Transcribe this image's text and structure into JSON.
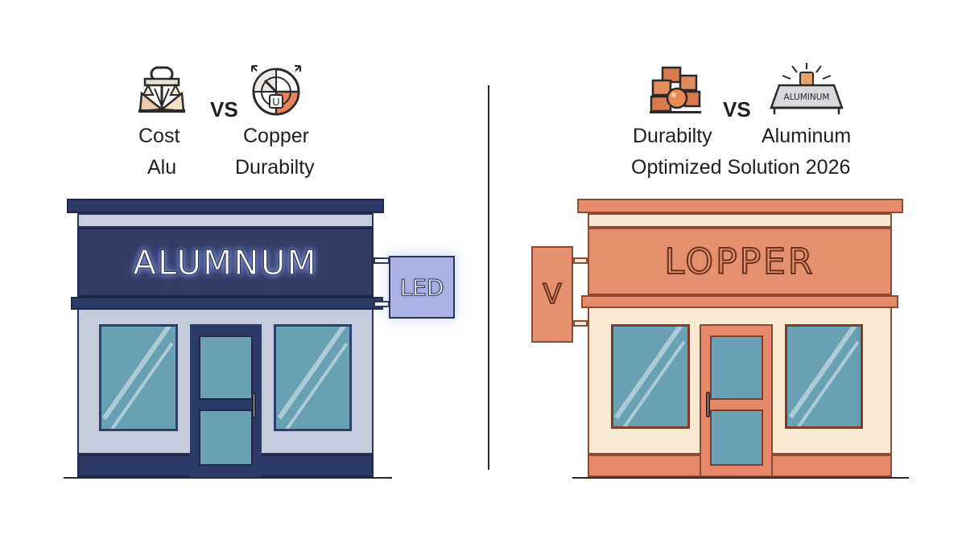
{
  "left": {
    "captions": {
      "top_left": "Cost",
      "bottom_left": "Alu",
      "vs": "VS",
      "top_right": "Copper",
      "bottom_right": "Durabilty"
    },
    "icons": [
      "lock-scale-icon",
      "dial-gauge-icon"
    ],
    "store": {
      "sign": "ALUMNUM",
      "led_sign": "LED"
    },
    "colors": {
      "primary": "#323b63",
      "body": "#c6cadd",
      "glass": "#6aa0b4"
    }
  },
  "right": {
    "captions": {
      "top_left": "Durabilty",
      "vs": "VS",
      "top_right": "Aluminum",
      "bottom": "Optimized Solution 2026"
    },
    "icons": [
      "copper-blocks-icon",
      "aluminum-bar-icon"
    ],
    "badge": "ALUMINUM",
    "store": {
      "sign": "LOPPER",
      "side_sign": "V"
    },
    "colors": {
      "primary": "#e5906f",
      "body": "#f8ead3",
      "glass": "#6aa0b4"
    }
  }
}
